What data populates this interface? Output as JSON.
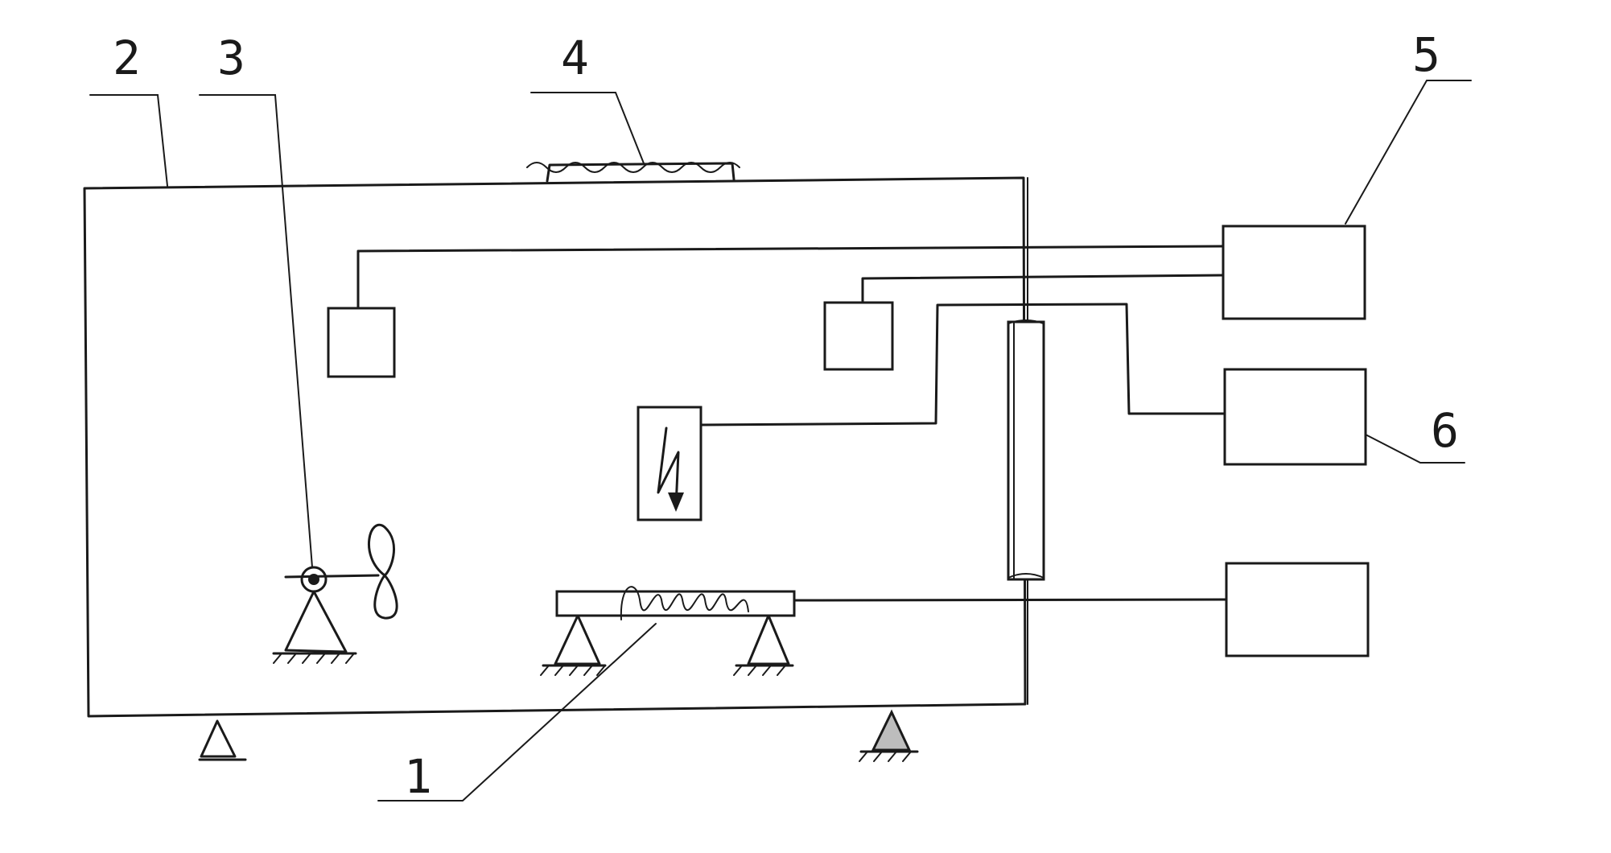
{
  "labels": [
    "1",
    "2",
    "3",
    "4",
    "5",
    "6"
  ],
  "colors": {
    "ink": "#1a1a1a",
    "support_fill": "#bdbdbd",
    "background": "#ffffff"
  }
}
